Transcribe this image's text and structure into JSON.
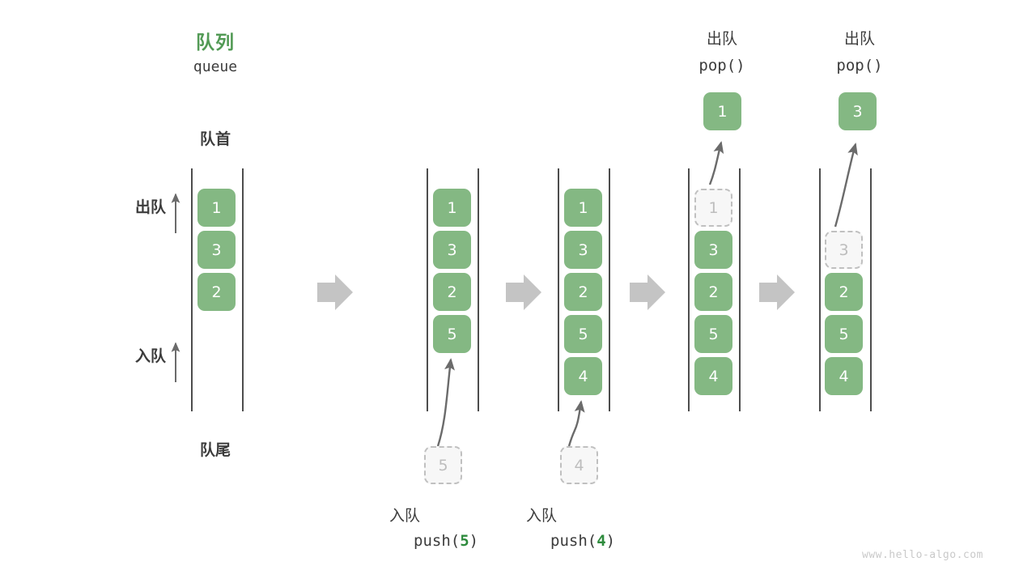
{
  "diagram": {
    "title_cn": "队列",
    "title_en": "queue",
    "front_label": "队首",
    "rear_label": "队尾",
    "dequeue_side_label": "出队",
    "enqueue_side_label": "入队",
    "watermark": "www.hello-algo.com",
    "accent_green": "#529a55",
    "cell_green": "#84b883",
    "ghost_gray": "#bdbdbd",
    "arrow_gray": "#6b6b6b",
    "connector_gray": "#c4c4c4"
  },
  "columns": [
    {
      "id": "initial",
      "cells": [
        {
          "value": "1",
          "state": "filled"
        },
        {
          "value": "3",
          "state": "filled"
        },
        {
          "value": "2",
          "state": "filled"
        }
      ],
      "op_cn": "",
      "op_code_prefix": "",
      "op_code_arg": "",
      "op_code_suffix": "",
      "incoming_value": "",
      "popped_value": "",
      "pop_label_cn": "",
      "pop_label_code": ""
    },
    {
      "id": "push-5",
      "cells": [
        {
          "value": "1",
          "state": "filled"
        },
        {
          "value": "3",
          "state": "filled"
        },
        {
          "value": "2",
          "state": "filled"
        },
        {
          "value": "5",
          "state": "filled"
        }
      ],
      "op_cn": "入队",
      "op_code_prefix": "push(",
      "op_code_arg": "5",
      "op_code_suffix": ")",
      "incoming_value": "5",
      "popped_value": "",
      "pop_label_cn": "",
      "pop_label_code": ""
    },
    {
      "id": "push-4",
      "cells": [
        {
          "value": "1",
          "state": "filled"
        },
        {
          "value": "3",
          "state": "filled"
        },
        {
          "value": "2",
          "state": "filled"
        },
        {
          "value": "5",
          "state": "filled"
        },
        {
          "value": "4",
          "state": "filled"
        }
      ],
      "op_cn": "入队",
      "op_code_prefix": "push(",
      "op_code_arg": "4",
      "op_code_suffix": ")",
      "incoming_value": "4",
      "popped_value": "",
      "pop_label_cn": "",
      "pop_label_code": ""
    },
    {
      "id": "pop-1",
      "cells": [
        {
          "value": "1",
          "state": "ghost"
        },
        {
          "value": "3",
          "state": "filled"
        },
        {
          "value": "2",
          "state": "filled"
        },
        {
          "value": "5",
          "state": "filled"
        },
        {
          "value": "4",
          "state": "filled"
        }
      ],
      "op_cn": "",
      "op_code_prefix": "",
      "op_code_arg": "",
      "op_code_suffix": "",
      "incoming_value": "",
      "popped_value": "1",
      "pop_label_cn": "出队",
      "pop_label_code": "pop()"
    },
    {
      "id": "pop-3",
      "cells": [
        {
          "value": "",
          "state": "empty"
        },
        {
          "value": "3",
          "state": "ghost"
        },
        {
          "value": "2",
          "state": "filled"
        },
        {
          "value": "5",
          "state": "filled"
        },
        {
          "value": "4",
          "state": "filled"
        }
      ],
      "op_cn": "",
      "op_code_prefix": "",
      "op_code_arg": "",
      "op_code_suffix": "",
      "incoming_value": "",
      "popped_value": "3",
      "pop_label_cn": "出队",
      "pop_label_code": "pop()"
    }
  ]
}
